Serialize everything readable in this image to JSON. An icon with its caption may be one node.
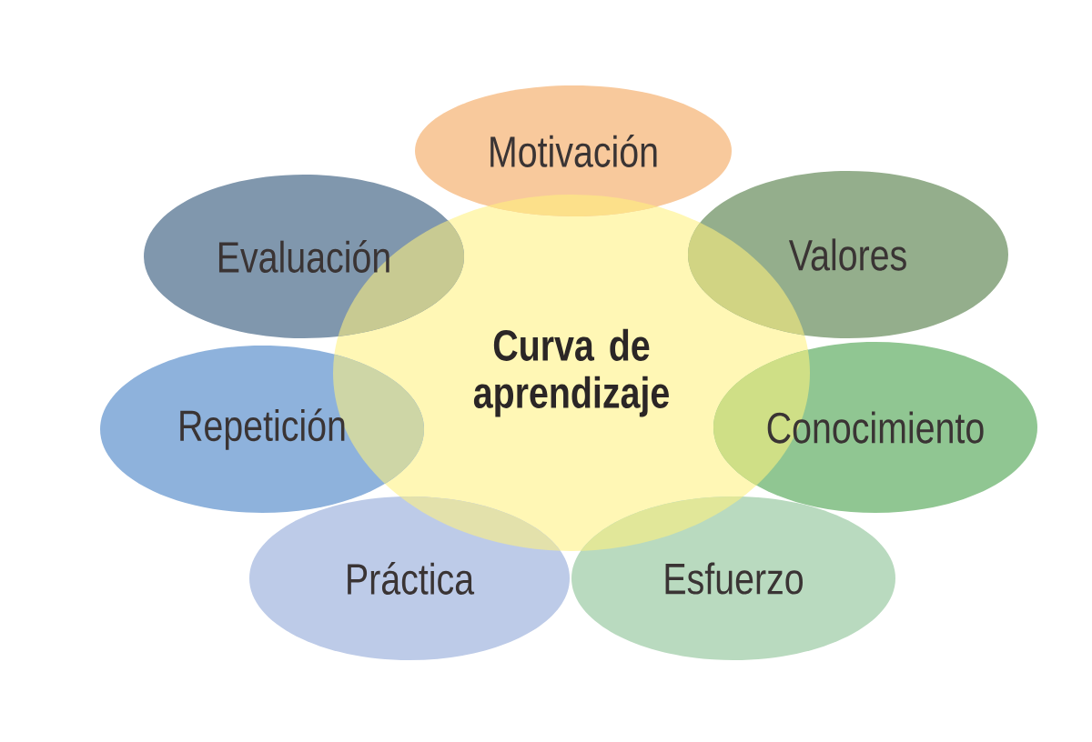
{
  "diagram": {
    "nodes": [
      {
        "text": [
          "Motivación"
        ]
      },
      {
        "text": [
          "Evaluación"
        ]
      },
      {
        "text": [
          "Valores"
        ]
      },
      {
        "text": [
          "Curva de aprendizaje"
        ]
      },
      {
        "text": [
          "Repetición"
        ]
      },
      {
        "text": [
          "Conocimiento"
        ]
      },
      {
        "text": [
          "Práctica"
        ]
      },
      {
        "text": [
          "Esfuerzo"
        ]
      }
    ]
  }
}
